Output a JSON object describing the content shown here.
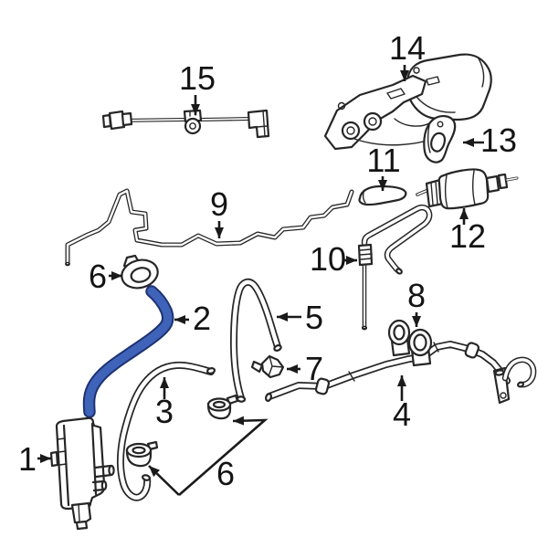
{
  "diagram": {
    "type": "oem-parts-diagram",
    "background": "#ffffff",
    "line_color": "#262626",
    "label_color": "#141414",
    "highlighted_part": "2",
    "highlight_fill": "#3E63B8",
    "highlight_outline": "#1E3272",
    "labels": [
      {
        "part": "1",
        "text": "1"
      },
      {
        "part": "2",
        "text": "2"
      },
      {
        "part": "3",
        "text": "3"
      },
      {
        "part": "4",
        "text": "4"
      },
      {
        "part": "5",
        "text": "5"
      },
      {
        "part": "6",
        "text": "6"
      },
      {
        "part": "6",
        "text": "6"
      },
      {
        "part": "7",
        "text": "7"
      },
      {
        "part": "8",
        "text": "8"
      },
      {
        "part": "9",
        "text": "9"
      },
      {
        "part": "10",
        "text": "10"
      },
      {
        "part": "11",
        "text": "11"
      },
      {
        "part": "12",
        "text": "12"
      },
      {
        "part": "13",
        "text": "13"
      },
      {
        "part": "14",
        "text": "14"
      },
      {
        "part": "15",
        "text": "15"
      }
    ]
  }
}
